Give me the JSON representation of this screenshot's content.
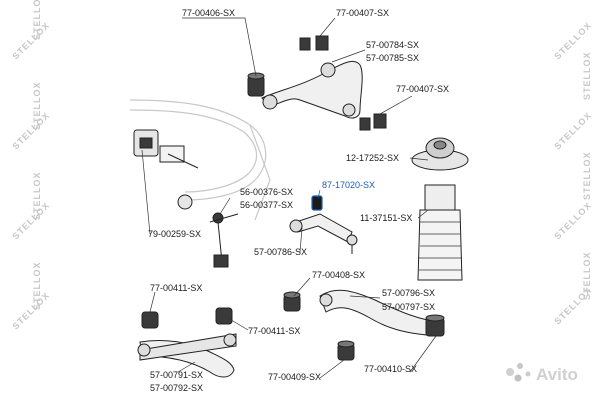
{
  "labels": {
    "p_77_00406": "77-00406-SX",
    "p_77_00407_top": "77-00407-SX",
    "p_57_00784": "57-00784-SX",
    "p_57_00785": "57-00785-SX",
    "p_77_00407_mid": "77-00407-SX",
    "p_12_17252": "12-17252-SX",
    "p_87_17020": "87-17020-SX",
    "p_11_37151": "11-37151-SX",
    "p_56_00376": "56-00376-SX",
    "p_56_00377": "56-00377-SX",
    "p_79_00259": "79-00259-SX",
    "p_57_00786": "57-00786-SX",
    "p_77_00408": "77-00408-SX",
    "p_77_00411_top": "77-00411-SX",
    "p_77_00411_mid": "77-00411-SX",
    "p_57_00796": "57-00796-SX",
    "p_57_00797": "57-00797-SX",
    "p_57_00791": "57-00791-SX",
    "p_57_00792": "57-00792-SX",
    "p_77_00409": "77-00409-SX",
    "p_77_00410": "77-00410-SX"
  },
  "watermark": {
    "brand": "STELLOX",
    "site_logo": "Avito"
  },
  "colors": {
    "highlight": "#1a5fb4",
    "part_fill": "#f0f0f0",
    "bushing_fill": "#3a3a3a",
    "watermark": "#9a9a9a"
  },
  "icons": {
    "stabilizer_bar": "stabilizer-bar-icon",
    "strut_mount": "strut-mount-icon",
    "bump_stop": "bump-stop-icon",
    "control_arm": "control-arm-icon",
    "stabilizer_link": "stabilizer-link-icon",
    "bushing": "bushing-icon",
    "highlighted_bushing": "highlighted-bushing-icon"
  }
}
